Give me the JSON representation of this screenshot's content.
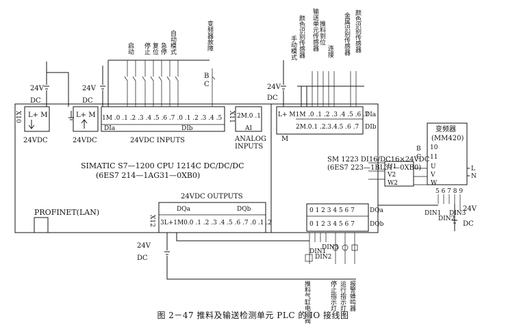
{
  "plc": {
    "model": "SIMATIC S7—1200  CPU 1214C DC/DC/DC",
    "order": "(6ES7 214—1AG31—0XB0)",
    "profinet": "PROFINET(LAN)",
    "inputs_title": "24VDC  INPUTS",
    "outputs_title": "24VDC OUTPUTS",
    "analog_title": "ANALOG",
    "analog_title2": "INPUTS",
    "x10": "X10",
    "x11": "X11",
    "x12": "X12",
    "power_left": "24VDC",
    "power_right": "24VDC",
    "lm": "L+ M",
    "dia": "DIa",
    "dib": "DIb",
    "dqa": "DQa",
    "dqb": "DQb",
    "ai": "AI",
    "ai_terms": "2M.0 .1",
    "in_terms": "1M .0   .1 .2   .3 .4   .5 .6   .7 .0   .1 .2   .3 .4   .5",
    "out_terms": "3L+1M0.0 .1 .2 .3 .4 .5 .6 .7 .0 .1 .2"
  },
  "sm": {
    "model": "SM 1223 DI16/DC16×24VDC",
    "order": "(6ES7 223—1BL31—0XB0)",
    "dia": "DIa",
    "dib": "DIb",
    "dqa": "DQa",
    "dqb": "DQb",
    "in_terms": "2M.0.1  .2.3.4.5  .6  .7",
    "in_terms2": ".0 .1 .2 .3 .4 .5 .6 .7",
    "top_terms": "L+ M1M",
    "out_terms": "0 1 2 3 4 5 6 7",
    "out_terms2": "0  1  2  3  4  5  6  7",
    "v_labels": [
      "U1",
      "V2",
      "W2"
    ],
    "m_label": "M"
  },
  "vfd": {
    "title": "变频器",
    "model": "(MM420)",
    "t10": "10",
    "t11": "11",
    "b": "B",
    "c": "C",
    "u": "U",
    "v": "V",
    "w": "W",
    "l": "L",
    "n": "N",
    "din_terms": "5 6 7 8 9",
    "din1": "DIN1",
    "din2": "DIN2",
    "din3": "DIN3",
    "dc": "DC",
    "v24": "24V"
  },
  "labels": {
    "vfd_fault": "变频器故障",
    "start": "启动",
    "stop": "停止",
    "reset": "复位",
    "estop": "急停",
    "auto_mode": "自动模式",
    "b": "B",
    "c": "C",
    "manual_mode": "手动模式",
    "color_sensor1": "颜色识别传感器",
    "feeding_unit": "输送单元传感器",
    "push_rod": "推料到位",
    "chain": "连接",
    "metal_sensor": "金属识别传感器",
    "color_sensor2": "颜色识别传感器",
    "dc24_top_left": "24V",
    "dc_top_left": "DC",
    "dc24_mid": "24V",
    "dc_mid": "DC",
    "dc24_right": "24V",
    "dc_right": "DC",
    "dc24_bottom": "24V",
    "dc_bottom": "DC",
    "din1": "DIN1",
    "din2": "DIN2",
    "din3": "DIN3",
    "push_valve": "推料气缸电磁阀",
    "stop_lamp": "停止指示灯",
    "run_lamp": "运行指示灯",
    "alarm": "报警蜂鸣器"
  },
  "caption": "图 2－47   推料及输送检测单元 PLC 的 IO 接线图"
}
